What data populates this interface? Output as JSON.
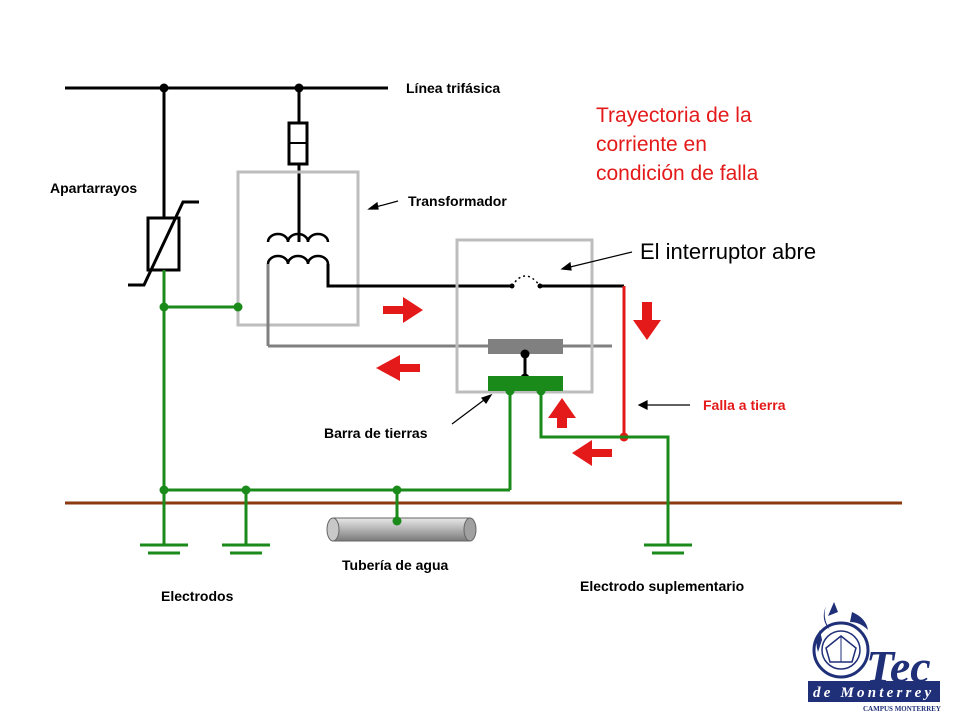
{
  "labels": {
    "three_phase_line": "Línea trifásica",
    "surge_arrester": "Apartarrayos",
    "transformer": "Transformador",
    "breaker_opens": "El interruptor abre",
    "ground_fault": "Falla a tierra",
    "ground_bar": "Barra de tierras",
    "water_pipe": "Tubería de agua",
    "electrodes": "Electrodos",
    "supplementary_electrode": "Electrodo suplementario"
  },
  "title": {
    "line1": "Trayectoria de la",
    "line2": "corriente en",
    "line3": "condición de falla"
  },
  "logo": {
    "name": "Tec",
    "sub": "de Monterrey",
    "campus": "CAMPUS MONTERREY"
  },
  "colors": {
    "ground_wire": "#1a8a1a",
    "line_wire": "#000000",
    "neutral_wire": "#808080",
    "fault_red": "#e41a1a",
    "earth_line": "#8b3a0f",
    "logo_blue": "#1f2f78"
  }
}
